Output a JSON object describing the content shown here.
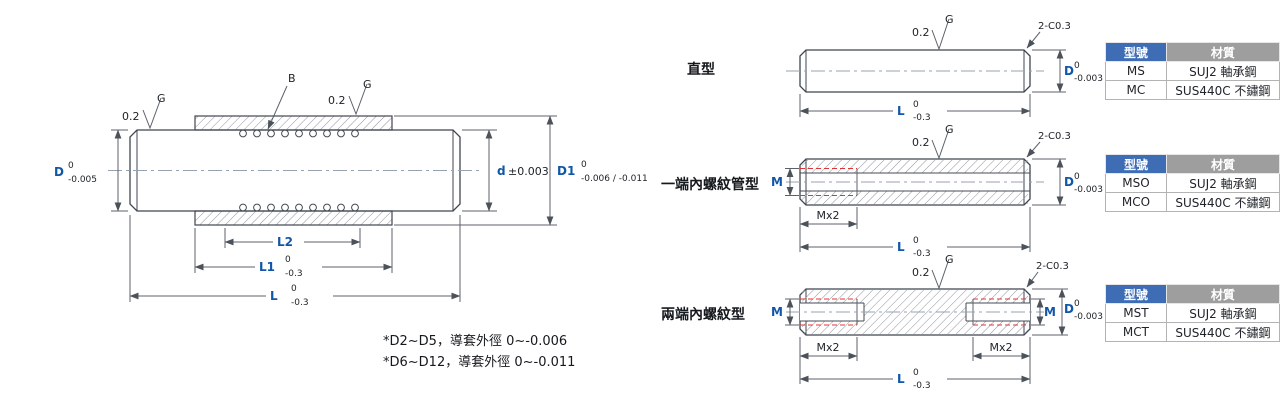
{
  "colors": {
    "dimension_letter_blue": "#1157a8",
    "table_header_blue": "#3e6db6",
    "table_header_gray": "#9e9e9e",
    "thread_red": "#e03434"
  },
  "left": {
    "dim_D": {
      "letter": "D",
      "tol_top": "0",
      "tol_bot": "-0.005"
    },
    "finish_left": {
      "value": "0.2",
      "grade": "G"
    },
    "finish_right": {
      "value": "0.2",
      "grade": "G"
    },
    "label_B": "B",
    "dim_d": {
      "letter": "d",
      "tol": "±0.003"
    },
    "dim_D1": {
      "letter": "D1",
      "tol_top": "0",
      "tol_bot": "-0.006 / -0.011"
    },
    "dim_L2": {
      "letter": "L2"
    },
    "dim_L1": {
      "letter": "L1",
      "tol_top": "0",
      "tol_bot": "-0.3"
    },
    "dim_L": {
      "letter": "L",
      "tol_top": "0",
      "tol_bot": "-0.3"
    },
    "notes": [
      "*D2~D5，導套外徑 0~-0.006",
      "*D6~D12，導套外徑 0~-0.011"
    ]
  },
  "variants": [
    {
      "name": "直型",
      "finish": {
        "value": "0.2",
        "grade": "G"
      },
      "chamfer": "2-C0.3",
      "dim_D": {
        "letter": "D",
        "tol_top": "0",
        "tol_bot": "-0.003"
      },
      "dim_L": {
        "letter": "L",
        "tol_top": "0",
        "tol_bot": "-0.3"
      },
      "table": {
        "headers": [
          "型號",
          "材質"
        ],
        "rows": [
          [
            "MS",
            "SUJ2 軸承鋼"
          ],
          [
            "MC",
            "SUS440C 不鏽鋼"
          ]
        ]
      }
    },
    {
      "name": "一端內螺紋管型",
      "finish": {
        "value": "0.2",
        "grade": "G"
      },
      "chamfer": "2-C0.3",
      "dim_M": "M",
      "dim_Mx2": "Mx2",
      "dim_D": {
        "letter": "D",
        "tol_top": "0",
        "tol_bot": "-0.003"
      },
      "dim_L": {
        "letter": "L",
        "tol_top": "0",
        "tol_bot": "-0.3"
      },
      "table": {
        "headers": [
          "型號",
          "材質"
        ],
        "rows": [
          [
            "MSO",
            "SUJ2 軸承鋼"
          ],
          [
            "MCO",
            "SUS440C 不鏽鋼"
          ]
        ]
      }
    },
    {
      "name": "兩端內螺紋型",
      "finish": {
        "value": "0.2",
        "grade": "G"
      },
      "chamfer": "2-C0.3",
      "dim_M": "M",
      "dim_Mx2": "Mx2",
      "dim_D": {
        "letter": "D",
        "tol_top": "0",
        "tol_bot": "-0.003"
      },
      "dim_L": {
        "letter": "L",
        "tol_top": "0",
        "tol_bot": "-0.3"
      },
      "table": {
        "headers": [
          "型號",
          "材質"
        ],
        "rows": [
          [
            "MST",
            "SUJ2 軸承鋼"
          ],
          [
            "MCT",
            "SUS440C 不鏽鋼"
          ]
        ]
      }
    }
  ]
}
